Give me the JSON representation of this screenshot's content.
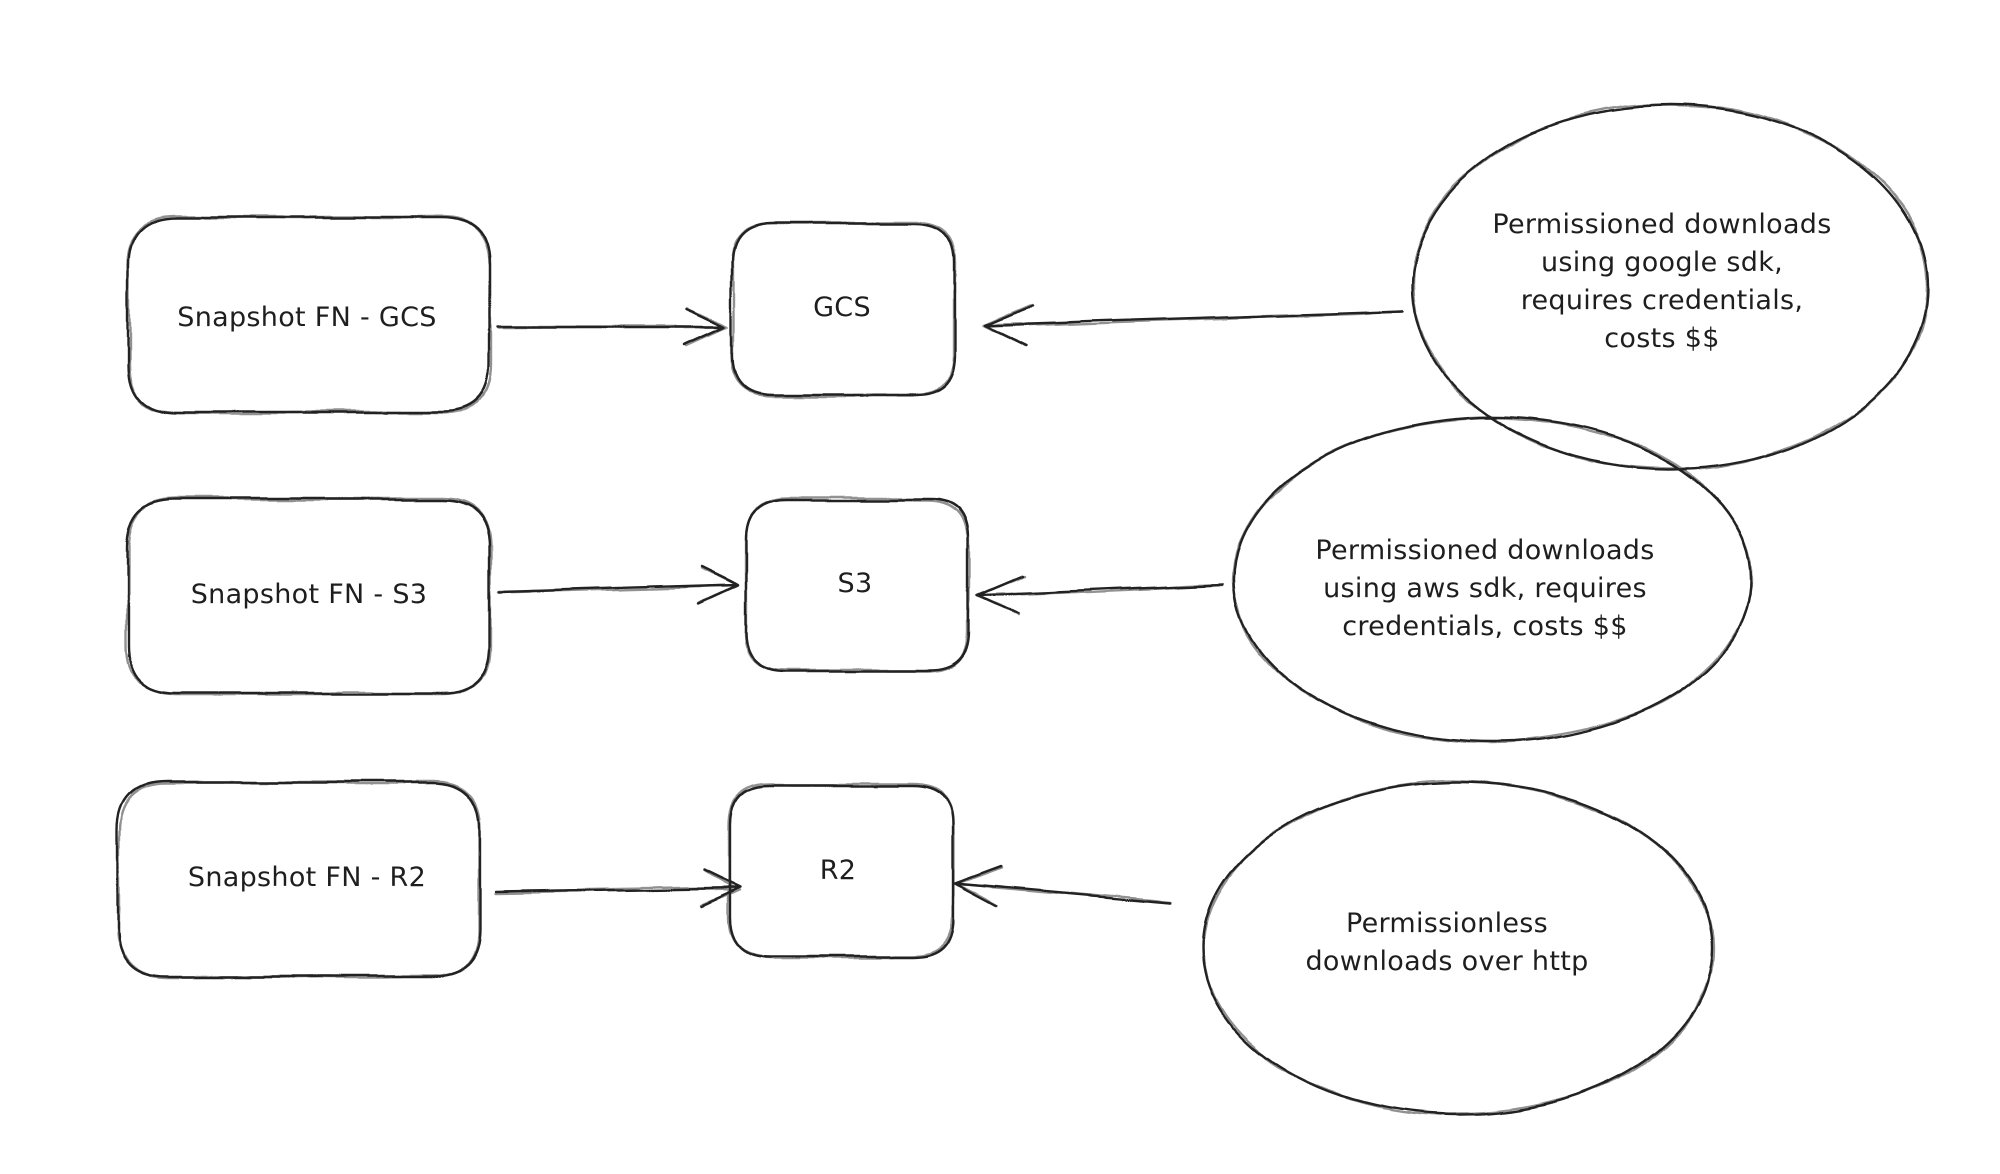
{
  "colors": {
    "stroke": "#1e1e1e",
    "background": "#ffffff"
  },
  "nodes": {
    "row1": {
      "source": "Snapshot FN - GCS",
      "target": "GCS"
    },
    "row2": {
      "source": "Snapshot FN - S3",
      "target": "S3"
    },
    "row3": {
      "source": "Snapshot FN - R2",
      "target": "R2"
    }
  },
  "notes": {
    "gcs": {
      "lines": [
        "Permissioned downloads",
        "using google sdk,",
        "requires credentials,",
        "costs $$"
      ]
    },
    "s3": {
      "lines": [
        "Permissioned downloads",
        "using aws sdk, requires",
        "credentials, costs $$"
      ]
    },
    "r2": {
      "lines": [
        "Permissionless",
        "downloads over http"
      ]
    }
  }
}
